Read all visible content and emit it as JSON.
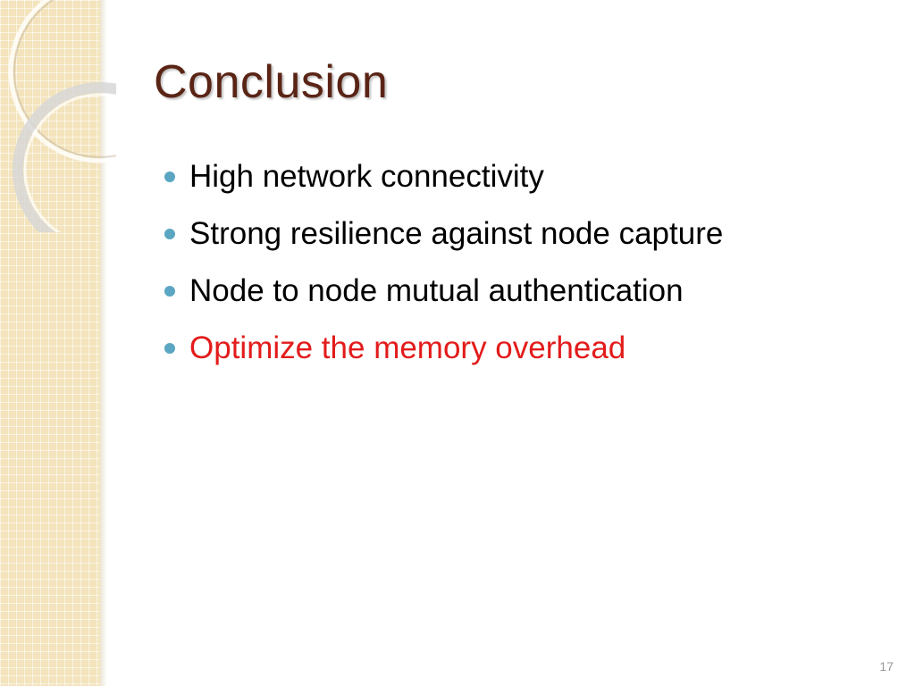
{
  "slide": {
    "title": "Conclusion",
    "bullets": [
      {
        "text": "High network connectivity",
        "highlight": false
      },
      {
        "text": "Strong resilience against node capture",
        "highlight": false
      },
      {
        "text": "Node to node mutual authentication",
        "highlight": false
      },
      {
        "text": "Optimize the memory overhead",
        "highlight": true
      }
    ],
    "slide_number": "17"
  },
  "colors": {
    "title": "#5a2415",
    "bullet_dot": "#5ba6c2",
    "highlight_text": "#e31b1b",
    "side_panel": "#f3e4bd"
  }
}
